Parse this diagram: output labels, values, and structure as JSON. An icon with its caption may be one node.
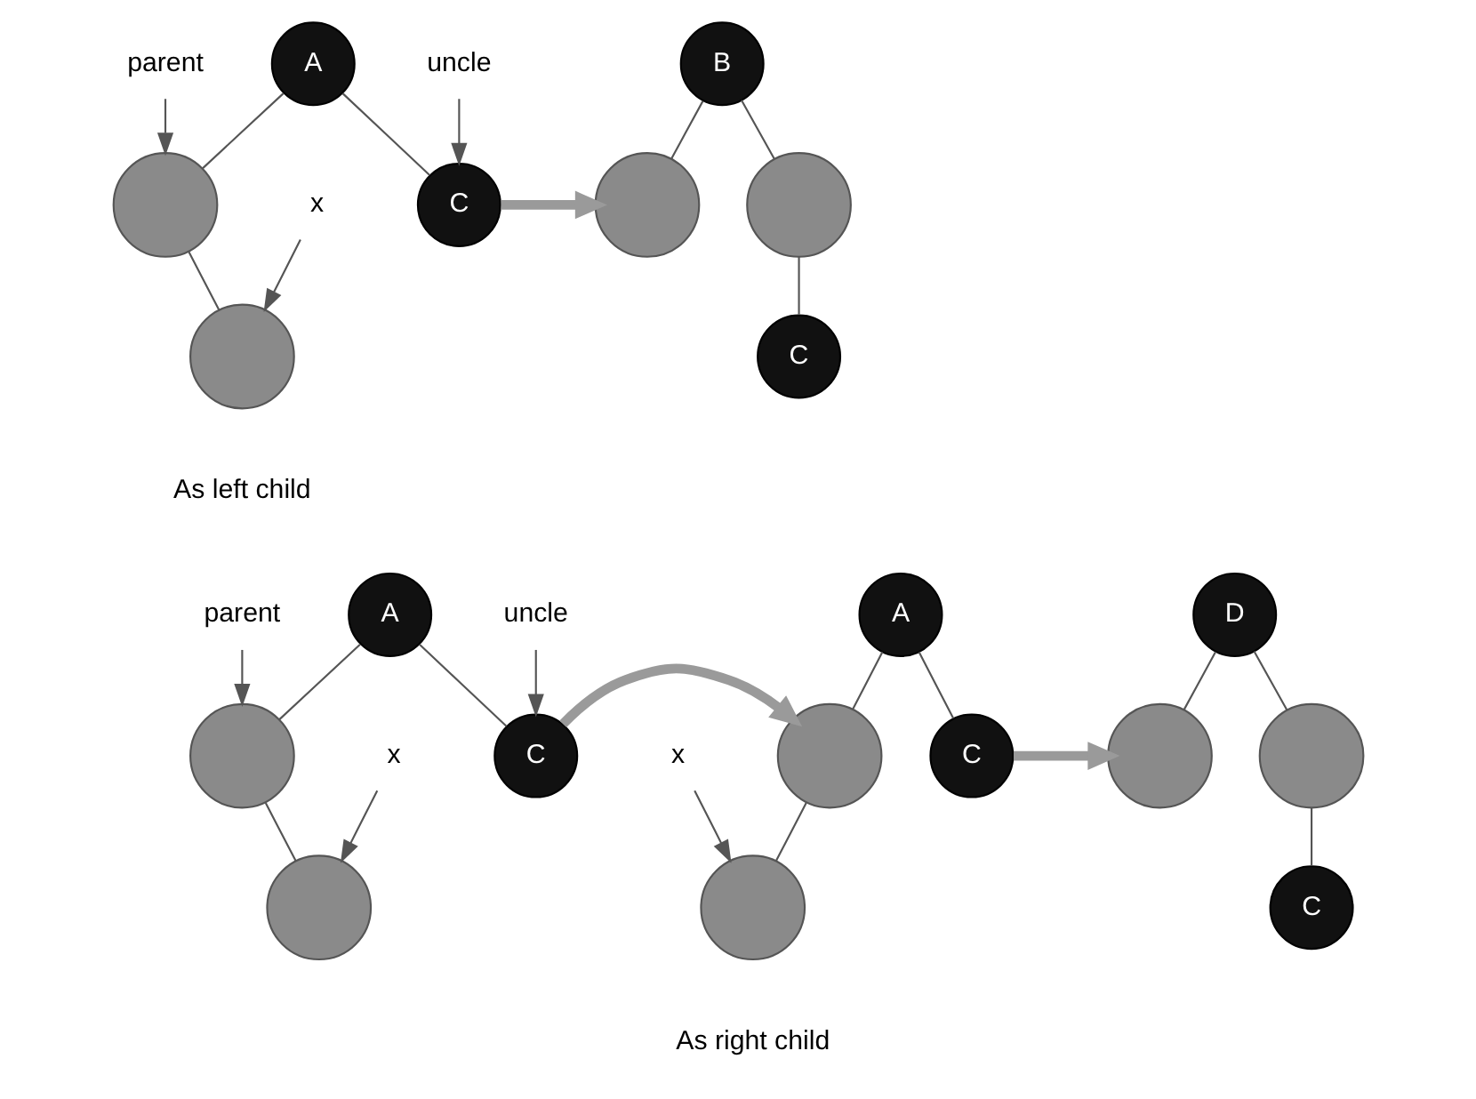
{
  "diagram": {
    "nodes": [
      {
        "text": [
          "parent"
        ]
      },
      {
        "text": [
          "A"
        ]
      },
      {
        "text": [
          "uncle"
        ]
      },
      {
        "text": [],
        "shape": "circle"
      },
      {
        "text": [
          "C"
        ]
      },
      {
        "text": [],
        "shape": "circle"
      },
      {
        "text": [
          "x"
        ]
      },
      {
        "text": [
          "B"
        ]
      },
      {
        "text": [],
        "shape": "circle"
      },
      {
        "text": [],
        "shape": "circle"
      },
      {
        "text": [
          "C"
        ]
      },
      {
        "text": [
          "parent"
        ]
      },
      {
        "text": [
          "A"
        ]
      },
      {
        "text": [
          "uncle"
        ]
      },
      {
        "text": [
          "A"
        ]
      },
      {
        "text": [
          "D"
        ]
      },
      {
        "text": [],
        "shape": "circle"
      },
      {
        "text": [
          "C"
        ]
      },
      {
        "text": [],
        "shape": "circle"
      },
      {
        "text": [
          "C"
        ]
      },
      {
        "text": [],
        "shape": "circle"
      },
      {
        "text": [],
        "shape": "circle"
      },
      {
        "text": [
          "x"
        ]
      },
      {
        "text": [],
        "shape": "circle"
      },
      {
        "text": [],
        "shape": "circle"
      },
      {
        "text": [
          "x"
        ]
      },
      {
        "text": [
          "C"
        ]
      }
    ],
    "edges": [
      {
        "from": 1,
        "to": 3,
        "arrow": "none"
      },
      {
        "from": 1,
        "to": 4,
        "arrow": "none"
      },
      {
        "from": 3,
        "to": 5,
        "arrow": "none"
      },
      {
        "from": 0,
        "to": 3,
        "arrow": "to"
      },
      {
        "from": 2,
        "to": 4,
        "arrow": "to"
      },
      {
        "from": 6,
        "to": 5,
        "arrow": "to"
      },
      {
        "from": 4,
        "to": 8,
        "arrow": "to",
        "style": "thick"
      },
      {
        "from": 7,
        "to": 8,
        "arrow": "none"
      },
      {
        "from": 7,
        "to": 9,
        "arrow": "none"
      },
      {
        "from": 9,
        "to": 10,
        "arrow": "none"
      },
      {
        "from": 12,
        "to": 16,
        "arrow": "none"
      },
      {
        "from": 12,
        "to": 17,
        "arrow": "none"
      },
      {
        "from": 16,
        "to": 23,
        "arrow": "none"
      },
      {
        "from": 11,
        "to": 16,
        "arrow": "to"
      },
      {
        "from": 13,
        "to": 17,
        "arrow": "to"
      },
      {
        "from": 22,
        "to": 23,
        "arrow": "to"
      },
      {
        "from": 17,
        "to": 18,
        "arrow": "to",
        "style": "thick"
      },
      {
        "from": 14,
        "to": 18,
        "arrow": "none"
      },
      {
        "from": 14,
        "to": 19,
        "arrow": "none"
      },
      {
        "from": 18,
        "to": 24,
        "arrow": "none"
      },
      {
        "from": 25,
        "to": 24,
        "arrow": "to"
      },
      {
        "from": 19,
        "to": 20,
        "arrow": "to",
        "style": "thick"
      },
      {
        "from": 15,
        "to": 20,
        "arrow": "none"
      },
      {
        "from": 15,
        "to": 21,
        "arrow": "none"
      },
      {
        "from": 21,
        "to": 26,
        "arrow": "none"
      }
    ],
    "labels": [
      "As left child",
      "As right child"
    ]
  }
}
